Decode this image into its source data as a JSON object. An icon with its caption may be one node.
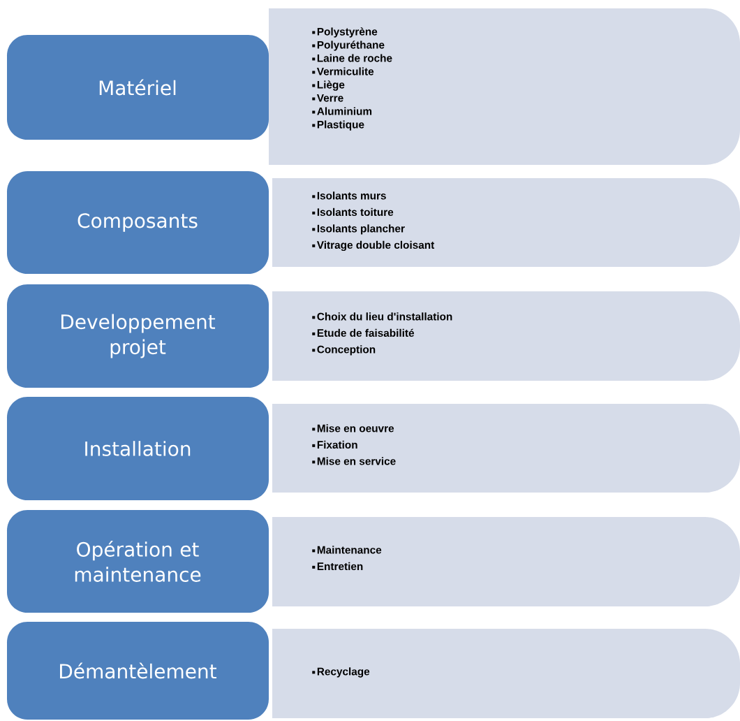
{
  "diagram": {
    "nodes": [
      {
        "text": [
          "Matériel"
        ]
      },
      {
        "text": [
          "Polystyrène",
          "Polyuréthane",
          "Laine de roche",
          "Vermiculite",
          "Liège",
          "Verre",
          "Aluminium",
          "Plastique"
        ]
      },
      {
        "text": [
          "Composants"
        ]
      },
      {
        "text": [
          "Isolants murs",
          "Isolants toiture",
          "Isolants plancher",
          "Vitrage double cloisant"
        ]
      },
      {
        "text": [
          "Developpement projet"
        ]
      },
      {
        "text": [
          "Choix du lieu d'installation",
          "Etude de faisabilité",
          "Conception"
        ]
      },
      {
        "text": [
          "Installation"
        ]
      },
      {
        "text": [
          "Mise en oeuvre",
          "Fixation",
          "Mise en service"
        ]
      },
      {
        "text": [
          "Opération et maintenance"
        ]
      },
      {
        "text": [
          "Maintenance",
          "Entretien"
        ]
      },
      {
        "text": [
          "Démantèlement"
        ]
      },
      {
        "text": [
          "Recyclage"
        ]
      }
    ]
  }
}
